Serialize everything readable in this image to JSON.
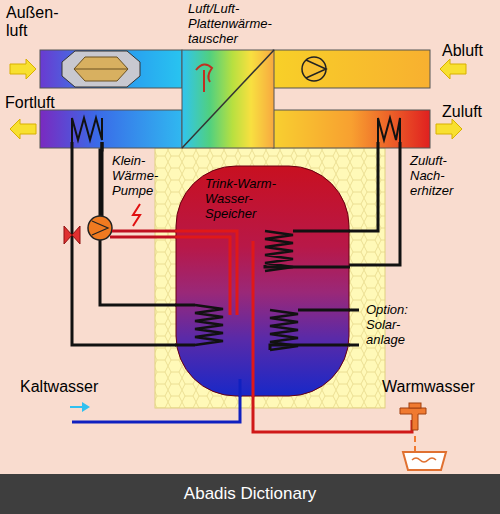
{
  "diagram": {
    "nodes": [
      {
        "text": [
          "Trink-Warm- Wasser- Speicher"
        ]
      }
    ],
    "labels": [
      "Außen- luft",
      "Luft/Luft- Plattenwärme- tauscher",
      "Abluft",
      "Fortluft",
      "Zuluft",
      "Klein- Wärme- Pumpe",
      "Zuluft- Nach- erhitzer",
      "Option: Solar- anlage",
      "Kaltwasser",
      "Warmwasser",
      "Abadis Dictionary"
    ]
  }
}
